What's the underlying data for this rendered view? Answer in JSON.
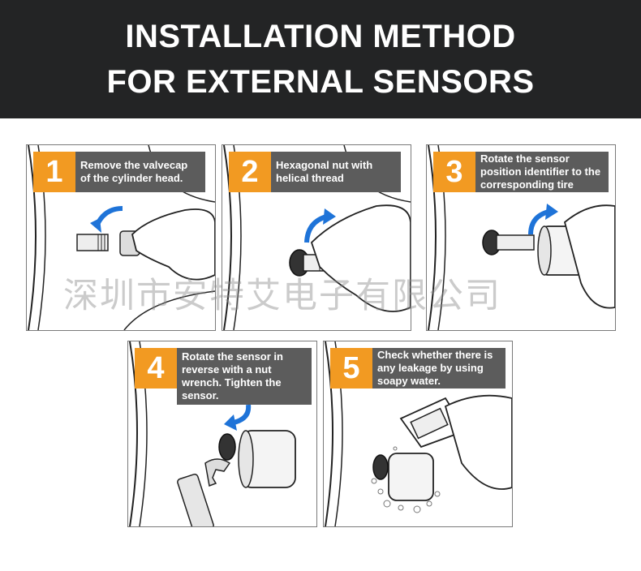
{
  "header": {
    "line1": "INSTALLATION METHOD",
    "line2": "FOR EXTERNAL SENSORS"
  },
  "steps": [
    {
      "number": "1",
      "text": "Remove the valvecap of the cylinder head."
    },
    {
      "number": "2",
      "text": "Hexagonal nut with helical thread"
    },
    {
      "number": "3",
      "text": "Rotate the sensor position identifier to the corresponding tire"
    },
    {
      "number": "4",
      "text": "Rotate the sensor in reverse with a nut wrench. Tighten the sensor."
    },
    {
      "number": "5",
      "text": "Check whether there is any leakage by using soapy water."
    }
  ],
  "watermark": "深圳市安特艾电子有限公司",
  "colors": {
    "banner_bg": "#232425",
    "badge_number_bg": "#f29a22",
    "badge_text_bg": "#5c5c5c",
    "arrow_blue": "#1e73d8"
  }
}
